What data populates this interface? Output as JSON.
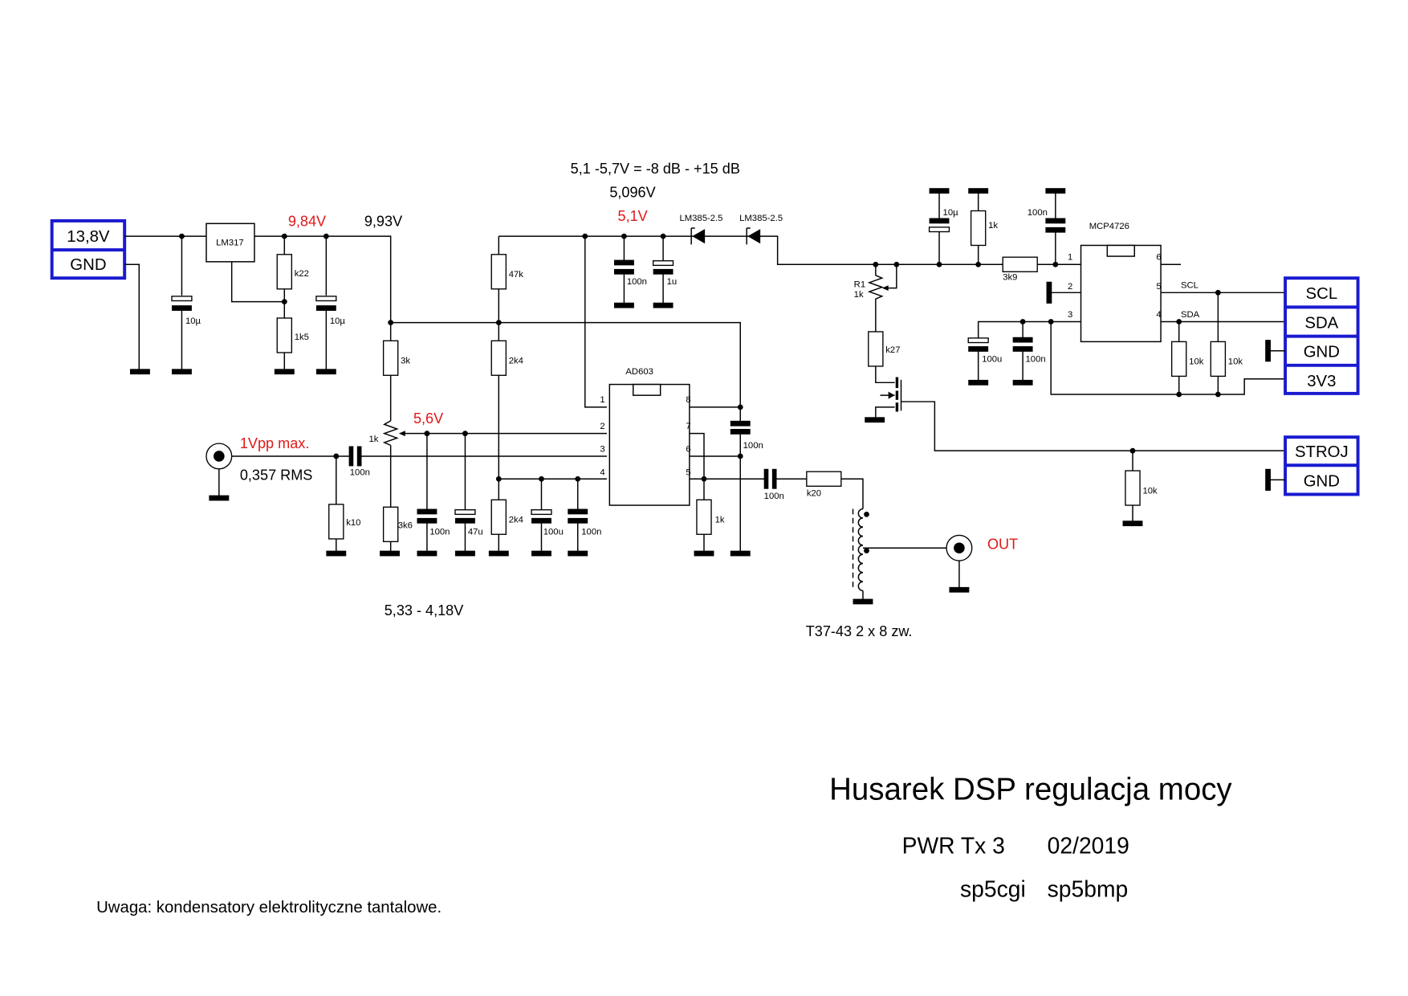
{
  "header": {
    "control_range": "5,1 -5,7V = -8 dB - +15 dB",
    "measured_ref": "5,096V"
  },
  "voltages": {
    "v_regulated": "9,84V",
    "v_rail": "9,93V",
    "v_ref": "5,1V",
    "v_bias": "5,6V",
    "v_range": "5,33 - 4,18V"
  },
  "connectors": {
    "power": [
      "13,8V",
      "GND"
    ],
    "i2c": [
      "SCL",
      "SDA",
      "GND",
      "3V3"
    ],
    "tune": [
      "STROJ",
      "GND"
    ]
  },
  "input": {
    "level_max": "1Vpp max.",
    "rms": "0,357 RMS"
  },
  "output": {
    "label": "OUT",
    "transformer": "T37-43 2 x 8 zw."
  },
  "components": {
    "lm317": "LM317",
    "ad603": "AD603",
    "mcp4726": "MCP4726",
    "lm385_a": "LM385-2.5",
    "lm385_b": "LM385-2.5",
    "c_in_10u": "10µ",
    "r_k22": "k22",
    "r_1k5": "1k5",
    "c_out_10u": "10µ",
    "r_3k": "3k",
    "pot_1k": "1k",
    "r_3k6": "3k6",
    "c_100n_a": "100n",
    "c_47u": "47u",
    "r_47k": "47k",
    "r_2k4_a": "2k4",
    "r_2k4_b": "2k4",
    "c_100u_a": "100u",
    "c_100n_b": "100n",
    "c_ref_100n": "100n",
    "c_ref_1u": "1u",
    "c_in_100n": "100n",
    "r_k10": "k10",
    "c_vcc_100n": "100n",
    "r_out_1k": "1k",
    "c_out_100n": "100n",
    "r_k20": "k20",
    "r1_name": "R1",
    "r1_value": "1k",
    "r_k27": "k27",
    "c_dac_10u": "10µ",
    "r_dac_1k": "1k",
    "r_3k9": "3k9",
    "c_dac_100n": "100n",
    "c_vdd_100u": "100u",
    "c_vdd_100n": "100n",
    "r_pull_scl": "10k",
    "r_pull_sda": "10k",
    "r_stroj": "10k"
  },
  "pins": {
    "ad603": [
      "1",
      "2",
      "3",
      "4",
      "5",
      "6",
      "7",
      "8"
    ],
    "mcp4726": [
      "1",
      "2",
      "3",
      "4",
      "5",
      "6"
    ],
    "net_scl": "SCL",
    "net_sda": "SDA"
  },
  "title_block": {
    "title": "Husarek DSP regulacja mocy",
    "project": "PWR Tx 3",
    "date": "02/2019",
    "author_1": "sp5cgi",
    "author_2": "sp5bmp"
  },
  "note": "Uwaga: kondensatory elektrolityczne tantalowe.",
  "colors": {
    "connector_border": "#1a1ad0",
    "measurement_text": "#e01818"
  }
}
